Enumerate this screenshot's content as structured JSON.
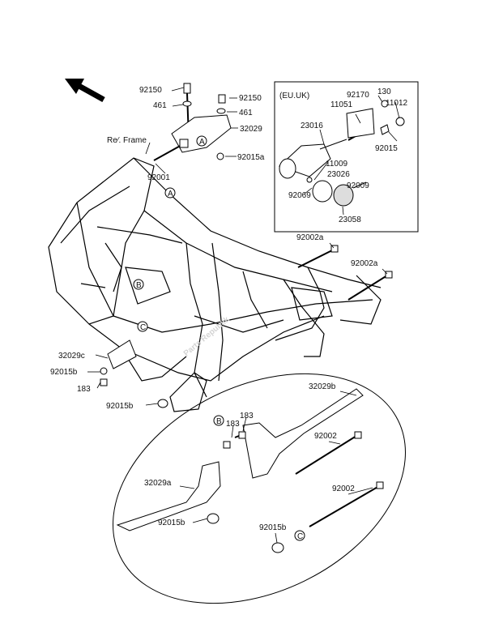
{
  "diagram": {
    "ref_frame_label": "Re⁄. Frame",
    "eu_uk_label": "(EU.UK)",
    "watermark": "Parts Republik",
    "callouts": {
      "A": "A",
      "B": "B",
      "C": "C"
    },
    "parts": {
      "p92150_left": "92150",
      "p461_left": "461",
      "p92150_right": "92150",
      "p461_right": "461",
      "p32029": "32029",
      "p92015a": "92015a",
      "p92001": "92001",
      "p23016": "23016",
      "p92170": "92170",
      "p130": "130",
      "p11051": "11051",
      "p11012": "11012",
      "p92015": "92015",
      "p11009": "11009",
      "p23026": "23026",
      "p92009": "92009",
      "p92069": "92069",
      "p23058": "23058",
      "p92002a_top": "92002a",
      "p92002a_right": "92002a",
      "p32029c": "32029c",
      "p92015b_left": "92015b",
      "p183_left": "183",
      "p92015b_bottom": "92015b",
      "p32029b": "32029b",
      "p183_detail": "183",
      "p92002_detail": "92002",
      "p32029a": "32029a",
      "p92015b_detail": "92015b",
      "p92002_bottom": "92002",
      "p92015b_bottom2": "92015b"
    }
  }
}
